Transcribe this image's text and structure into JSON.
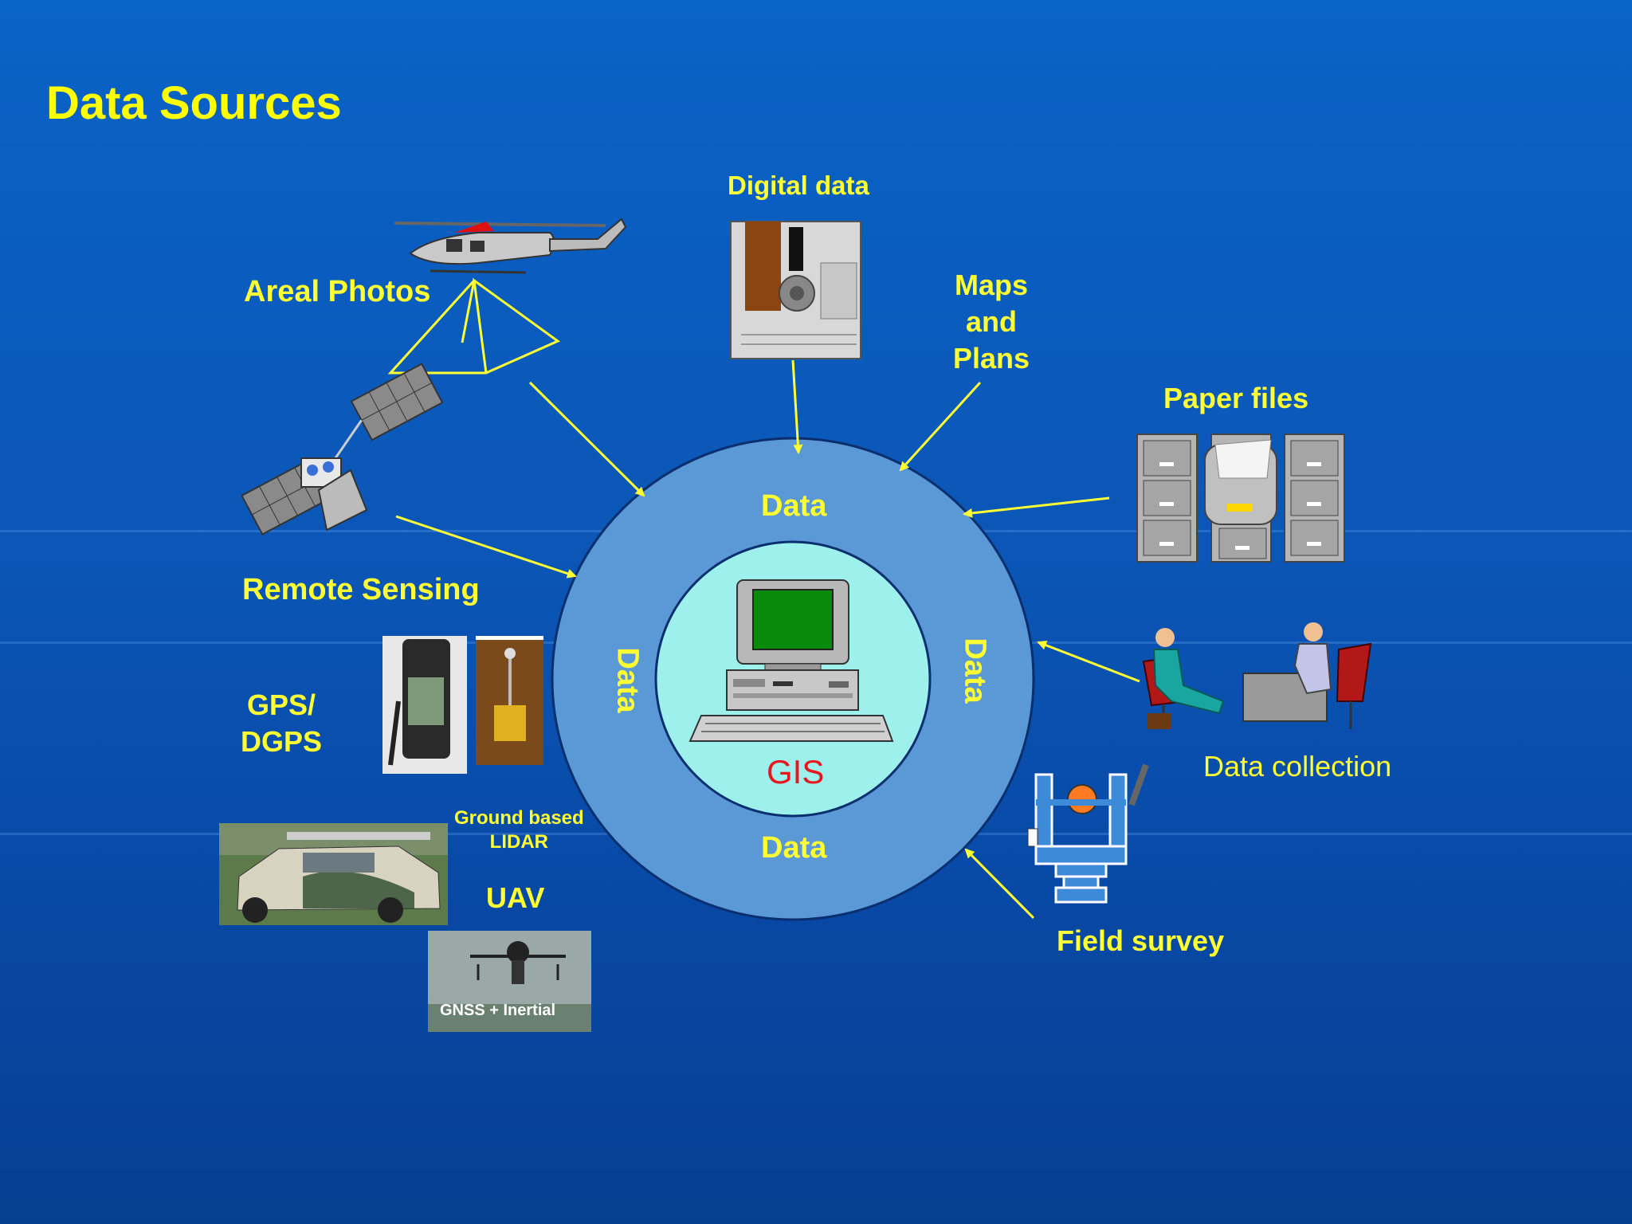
{
  "title": "Data Sources",
  "center": {
    "label": "GIS",
    "ring_labels": {
      "top": "Data",
      "left": "Data",
      "right": "Data",
      "bottom": "Data"
    }
  },
  "sources": {
    "areal_photos": "Areal Photos",
    "digital_data": "Digital data",
    "maps_plans": [
      "Maps",
      "and",
      "Plans"
    ],
    "paper_files": "Paper files",
    "remote_sensing": "Remote Sensing",
    "gps": [
      "GPS/",
      "DGPS"
    ],
    "ground_lidar": [
      "Ground based",
      "LIDAR"
    ],
    "uav": "UAV",
    "data_collection": "Data collection",
    "field_survey": "Field survey"
  },
  "photo_captions": {
    "uav_overlay": "GNSS + Inertial"
  },
  "colors": {
    "label_yellow": "#ffff33",
    "outer_ring": "#5b98d6",
    "inner_circle": "#9ef0ec",
    "gis_red": "#e8161d"
  }
}
